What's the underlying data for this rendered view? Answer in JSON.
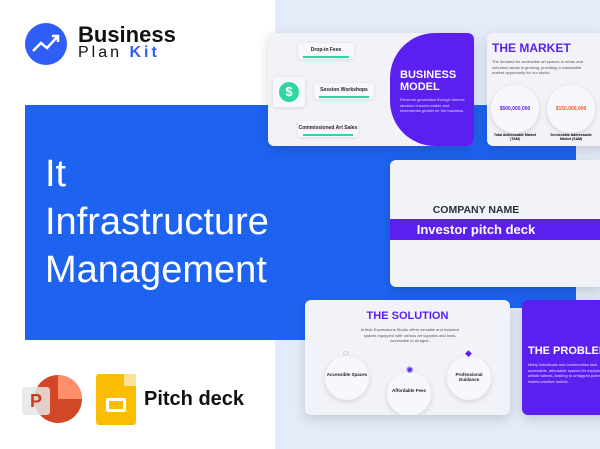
{
  "brand": {
    "line1": "Business",
    "line2a": "Plan",
    "line2b": "Kit",
    "accent": "#2f5df5"
  },
  "title": [
    "It",
    "Infrastructure",
    "Management"
  ],
  "footer": {
    "label": "Pitch deck",
    "icons": [
      "powerpoint-icon",
      "google-slides-icon"
    ]
  },
  "business_model": {
    "fees": [
      "Drop-in Fees",
      "Session Workshops",
      "Commissioned Art Sales"
    ],
    "heading1": "BUSINESS",
    "heading2": "MODEL",
    "desc": "Revenue generation through diverse streams ensures stable and incremental growth for the business."
  },
  "market": {
    "heading": "THE MARKET",
    "desc": "The demand for accessible art spaces in urban and suburban areas is growing, providing a substantial market opportunity for our studio.",
    "tam_value": "$500,000,000",
    "tam_label": "Total Addressable Market (TAM)",
    "sam_value": "$150,000,000",
    "sam_label": "Serviceable Addressable Market (SAM)"
  },
  "cover": {
    "company": "COMPANY NAME",
    "subtitle": "Investor pitch deck"
  },
  "solution": {
    "heading": "THE SOLUTION",
    "desc": "Artistic Expressions Studio offers versatile and inclusive spaces equipped with various art supplies and tools, accessible to all ages.",
    "items": [
      "Accessible Spaces",
      "Affordable Fees",
      "Professional Guidance"
    ]
  },
  "problem": {
    "heading": "THE PROBLEM",
    "desc": "Many individuals and communities lack accessible, affordable spaces for exploring their artistic talents, leading to untapped potential and limited creative outlets."
  },
  "colors": {
    "blue": "#1e63f0",
    "purple": "#5b20f0",
    "green": "#2fd6a0"
  }
}
